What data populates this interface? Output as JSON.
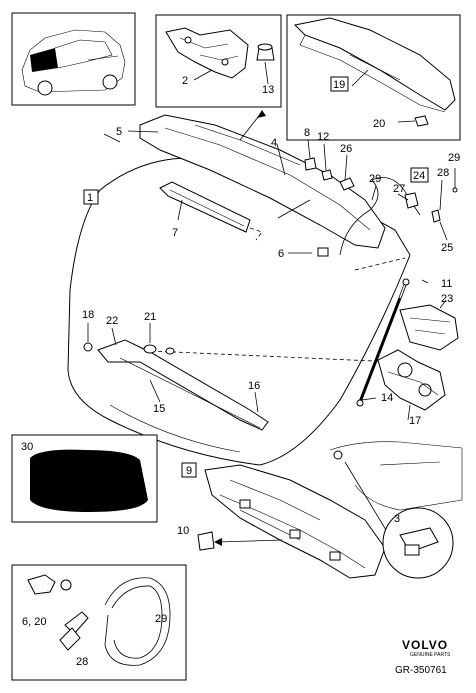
{
  "callouts": {
    "c1": "1",
    "c2": "2",
    "c3": "3",
    "c4": "4",
    "c5": "5",
    "c6": "6",
    "c7": "7",
    "c8": "8",
    "c9": "9",
    "c10": "10",
    "c11": "11",
    "c12": "12",
    "c13": "13",
    "c14": "14",
    "c15": "15",
    "c16": "16",
    "c17": "17",
    "c18": "18",
    "c19": "19",
    "c20": "20",
    "c20b": "20",
    "c21": "21",
    "c22": "22",
    "c23": "23",
    "c24": "24",
    "c25": "25",
    "c26": "26",
    "c27": "27",
    "c28": "28",
    "c28b": "28",
    "c29": "29",
    "c29b": "29",
    "c29c": "29",
    "c30": "30",
    "c6b": "6, 20"
  },
  "logo": {
    "brand": "VOLVO",
    "tagline": "GENUINE PARTS"
  },
  "reference": "GR-350761"
}
